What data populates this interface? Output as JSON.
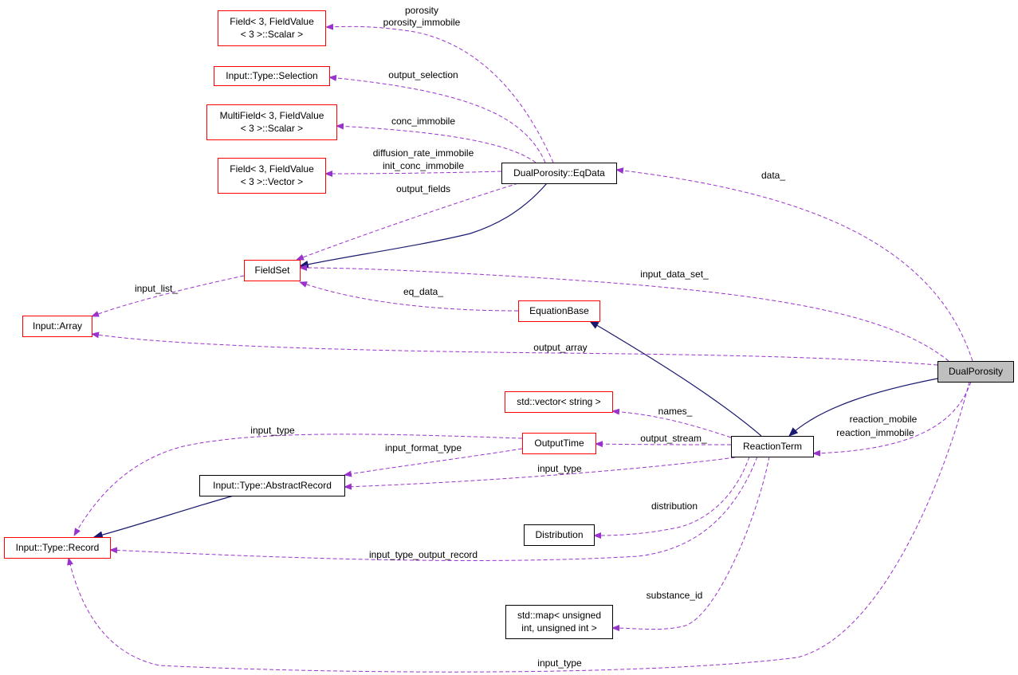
{
  "colors": {
    "background": "#ffffff",
    "node_border_default": "#000000",
    "node_border_incomplete": "#ff0000",
    "focus_fill": "#bfbfbf",
    "inheritance_edge": "#191970",
    "usage_edge": "#9a32cd"
  },
  "nodes": [
    {
      "id": "field_scalar",
      "lines": [
        "Field< 3, FieldValue",
        "< 3 >::Scalar >"
      ],
      "border": "red",
      "interactable": true
    },
    {
      "id": "selection",
      "lines": [
        "Input::Type::Selection"
      ],
      "border": "red",
      "interactable": true
    },
    {
      "id": "multifield",
      "lines": [
        "MultiField< 3, FieldValue",
        "< 3 >::Scalar >"
      ],
      "border": "red",
      "interactable": true
    },
    {
      "id": "field_vector",
      "lines": [
        "Field< 3, FieldValue",
        "< 3 >::Vector >"
      ],
      "border": "red",
      "interactable": true
    },
    {
      "id": "eqdata",
      "lines": [
        "DualPorosity::EqData"
      ],
      "border": "black",
      "interactable": true
    },
    {
      "id": "fieldset",
      "lines": [
        "FieldSet"
      ],
      "border": "red",
      "interactable": true
    },
    {
      "id": "input_array",
      "lines": [
        "Input::Array"
      ],
      "border": "red",
      "interactable": true
    },
    {
      "id": "equationbase",
      "lines": [
        "EquationBase"
      ],
      "border": "red",
      "interactable": true
    },
    {
      "id": "dualporosity",
      "lines": [
        "DualPorosity"
      ],
      "border": "black",
      "focus": true,
      "interactable": false
    },
    {
      "id": "std_vector",
      "lines": [
        "std::vector< string >"
      ],
      "border": "red",
      "interactable": true
    },
    {
      "id": "outputtime",
      "lines": [
        "OutputTime"
      ],
      "border": "red",
      "interactable": true
    },
    {
      "id": "reactionterm",
      "lines": [
        "ReactionTerm"
      ],
      "border": "black",
      "interactable": true
    },
    {
      "id": "abstractrecord",
      "lines": [
        "Input::Type::AbstractRecord"
      ],
      "border": "black",
      "interactable": true
    },
    {
      "id": "record",
      "lines": [
        "Input::Type::Record"
      ],
      "border": "red",
      "interactable": true
    },
    {
      "id": "distribution",
      "lines": [
        "Distribution"
      ],
      "border": "black",
      "interactable": true
    },
    {
      "id": "std_map",
      "lines": [
        "std::map< unsigned",
        "int, unsigned int >"
      ],
      "border": "black",
      "interactable": true
    }
  ],
  "edges": [
    {
      "id": "e_porosity",
      "kind": "usage",
      "labels": [
        "porosity",
        "porosity_immobile"
      ]
    },
    {
      "id": "e_output_selection",
      "kind": "usage",
      "labels": [
        "output_selection"
      ]
    },
    {
      "id": "e_conc_immobile",
      "kind": "usage",
      "labels": [
        "conc_immobile"
      ]
    },
    {
      "id": "e_diffusion",
      "kind": "usage",
      "labels": [
        "diffusion_rate_immobile",
        "init_conc_immobile"
      ]
    },
    {
      "id": "e_output_fields",
      "kind": "usage",
      "labels": [
        "output_fields"
      ]
    },
    {
      "id": "e_eqdata_fieldset",
      "kind": "inheritance",
      "labels": []
    },
    {
      "id": "e_data",
      "kind": "usage",
      "labels": [
        "data_"
      ]
    },
    {
      "id": "e_input_data_set",
      "kind": "usage",
      "labels": [
        "input_data_set_"
      ]
    },
    {
      "id": "e_input_list",
      "kind": "usage",
      "labels": [
        "input_list_"
      ]
    },
    {
      "id": "e_eq_data",
      "kind": "usage",
      "labels": [
        "eq_data_"
      ]
    },
    {
      "id": "e_output_array",
      "kind": "usage",
      "labels": [
        "output_array"
      ]
    },
    {
      "id": "e_rt_equationbase",
      "kind": "inheritance",
      "labels": []
    },
    {
      "id": "e_dp_reactionterm",
      "kind": "inheritance",
      "labels": []
    },
    {
      "id": "e_reaction_mobile",
      "kind": "usage",
      "labels": [
        "reaction_mobile",
        "reaction_immobile"
      ]
    },
    {
      "id": "e_names",
      "kind": "usage",
      "labels": [
        "names_"
      ]
    },
    {
      "id": "e_output_stream",
      "kind": "usage",
      "labels": [
        "output_stream_"
      ]
    },
    {
      "id": "e_ot_input_type",
      "kind": "usage",
      "labels": [
        "input_type"
      ]
    },
    {
      "id": "e_input_format_type",
      "kind": "usage",
      "labels": [
        "input_format_type"
      ]
    },
    {
      "id": "e_rt_input_type",
      "kind": "usage",
      "labels": [
        "input_type"
      ]
    },
    {
      "id": "e_ar_record",
      "kind": "inheritance",
      "labels": []
    },
    {
      "id": "e_distribution",
      "kind": "usage",
      "labels": [
        "distribution"
      ]
    },
    {
      "id": "e_input_type_output_record",
      "kind": "usage",
      "labels": [
        "input_type_output_record"
      ]
    },
    {
      "id": "e_substance_id",
      "kind": "usage",
      "labels": [
        "substance_id"
      ]
    },
    {
      "id": "e_dp_input_type",
      "kind": "usage",
      "labels": [
        "input_type"
      ]
    }
  ]
}
